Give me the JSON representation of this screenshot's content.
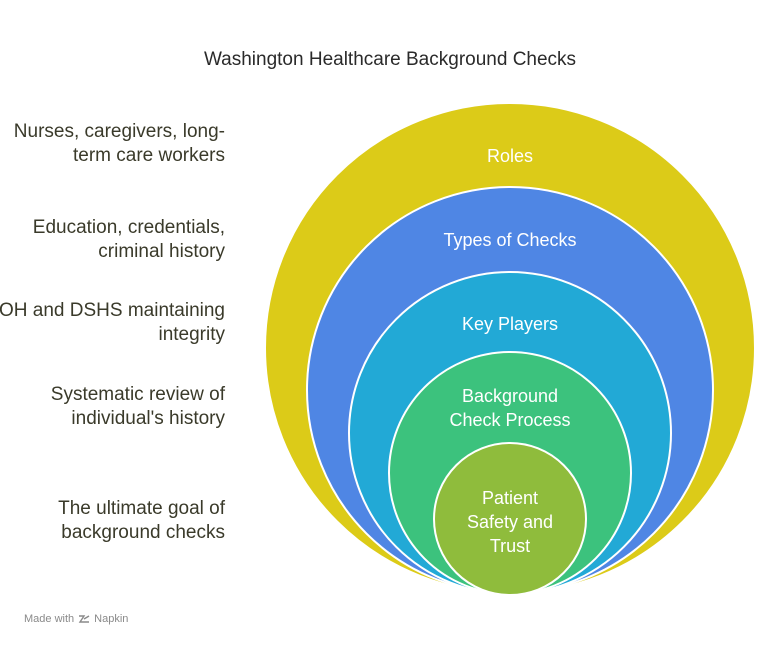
{
  "title": "Washington Healthcare Background Checks",
  "layers": [
    {
      "label": "Roles",
      "description": "Nurses, caregivers, long-term care workers",
      "color": "#dccb18"
    },
    {
      "label": "Types of Checks",
      "description": "Education, credentials, criminal history",
      "color": "#4f86e4"
    },
    {
      "label": "Key Players",
      "description": "DOH and DSHS maintaining integrity",
      "color": "#22a9d6"
    },
    {
      "label": "Background Check Process",
      "description": "Systematic review of individual's history",
      "color": "#3cc27d"
    },
    {
      "label": "Patient Safety and Trust",
      "description": "The ultimate goal of background checks",
      "color": "#8fbc3c"
    }
  ],
  "footer": {
    "prefix": "Made with",
    "brand": "Napkin"
  }
}
